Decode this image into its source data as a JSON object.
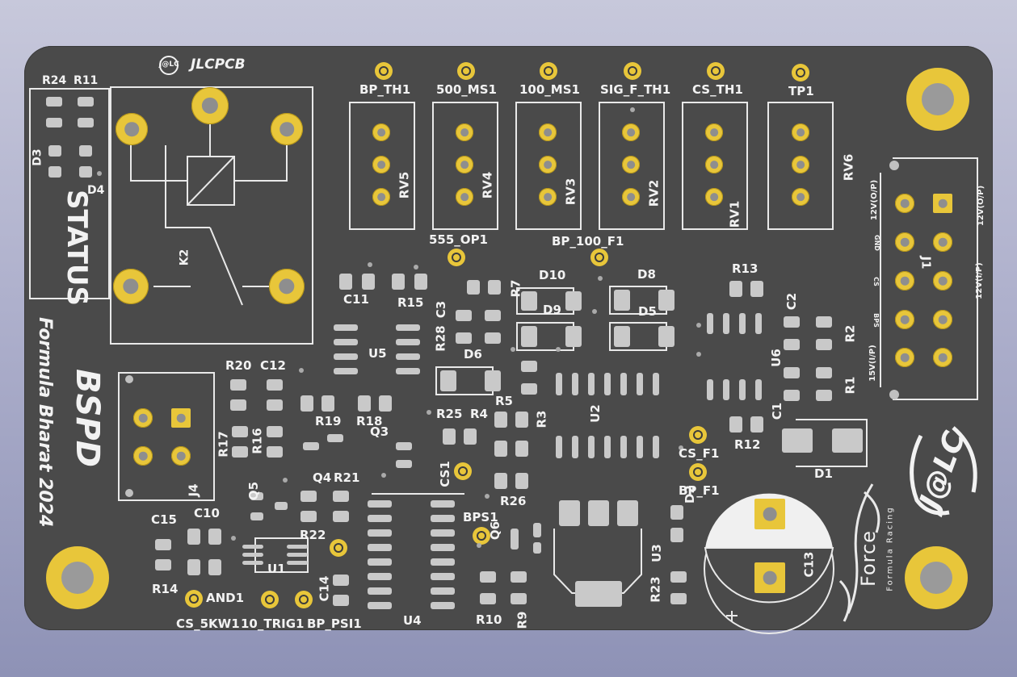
{
  "board_text": {
    "jlcpcb": "JLCPCB",
    "jlc_small": "J@LC",
    "jlc_big": "J@LC",
    "status": "STATUS",
    "bspd": "BSPD",
    "subtitle": "Formula Bharat 2024",
    "force": "Force",
    "force_racing": "Formula Racing"
  },
  "refs": {
    "r24": "R24",
    "r11": "R11",
    "d3": "D3",
    "d4": "D4",
    "k2": "K2",
    "bp_th1": "BP_TH1",
    "ms500": "500_MS1",
    "ms100": "100_MS1",
    "sigf": "SIG_F_TH1",
    "csth1": "CS_TH1",
    "tp1": "TP1",
    "rv5": "RV5",
    "rv4": "RV4",
    "rv3": "RV3",
    "rv2": "RV2",
    "rv1": "RV1",
    "rv6": "RV6",
    "op555": "555_OP1",
    "bp100": "BP_100_F1",
    "c11": "C11",
    "r15": "R15",
    "r28": "R28",
    "c3": "C3",
    "r7": "R7",
    "d10": "D10",
    "d9": "D9",
    "d8": "D8",
    "d5": "D5",
    "d6": "D6",
    "r13": "R13",
    "c2": "C2",
    "r2": "R2",
    "r1": "R1",
    "u6": "U6",
    "j1": "J1",
    "u5": "U5",
    "r20": "R20",
    "c12": "C12",
    "r19": "R19",
    "r18": "R18",
    "q3": "Q3",
    "r25": "R25",
    "r4": "R4",
    "r5": "R5",
    "r3": "R3",
    "u2": "U2",
    "c1": "C1",
    "r12": "R12",
    "d1": "D1",
    "csf1": "CS_F1",
    "bpf1": "BP_F1",
    "r17": "R17",
    "r16": "R16",
    "j4": "J4",
    "q5": "Q5",
    "q4": "Q4",
    "r21": "R21",
    "cs1": "CS1",
    "r26": "R26",
    "bps1": "BPS1",
    "q6": "Q6",
    "u3": "U3",
    "c13": "C13",
    "c15": "C15",
    "c10": "C10",
    "r22": "R22",
    "u1": "U1",
    "r14": "R14",
    "and1": "AND1",
    "c14": "C14",
    "u4": "U4",
    "r10": "R10",
    "r9": "R9",
    "r23": "R23",
    "d2": "D2",
    "cs5kw1": "CS_5KW1",
    "trig10": "10_TRIG1",
    "bppsi1": "BP_PSI1"
  },
  "j1_pins": {
    "p12vop_left": "12V(O/P)",
    "gnd": "GND",
    "cs": "CS",
    "bps": "BPS",
    "p15vip": "15V(I/P)",
    "p12vop_right": "12V(O/P)",
    "p12vip_right": "12V(I/P)"
  },
  "colors": {
    "pcb": "#4a4a4a",
    "gold": "#e8c63a",
    "silk": "#f2f2f2",
    "smd": "#c9c9c9",
    "background": "#aeb0cc"
  }
}
